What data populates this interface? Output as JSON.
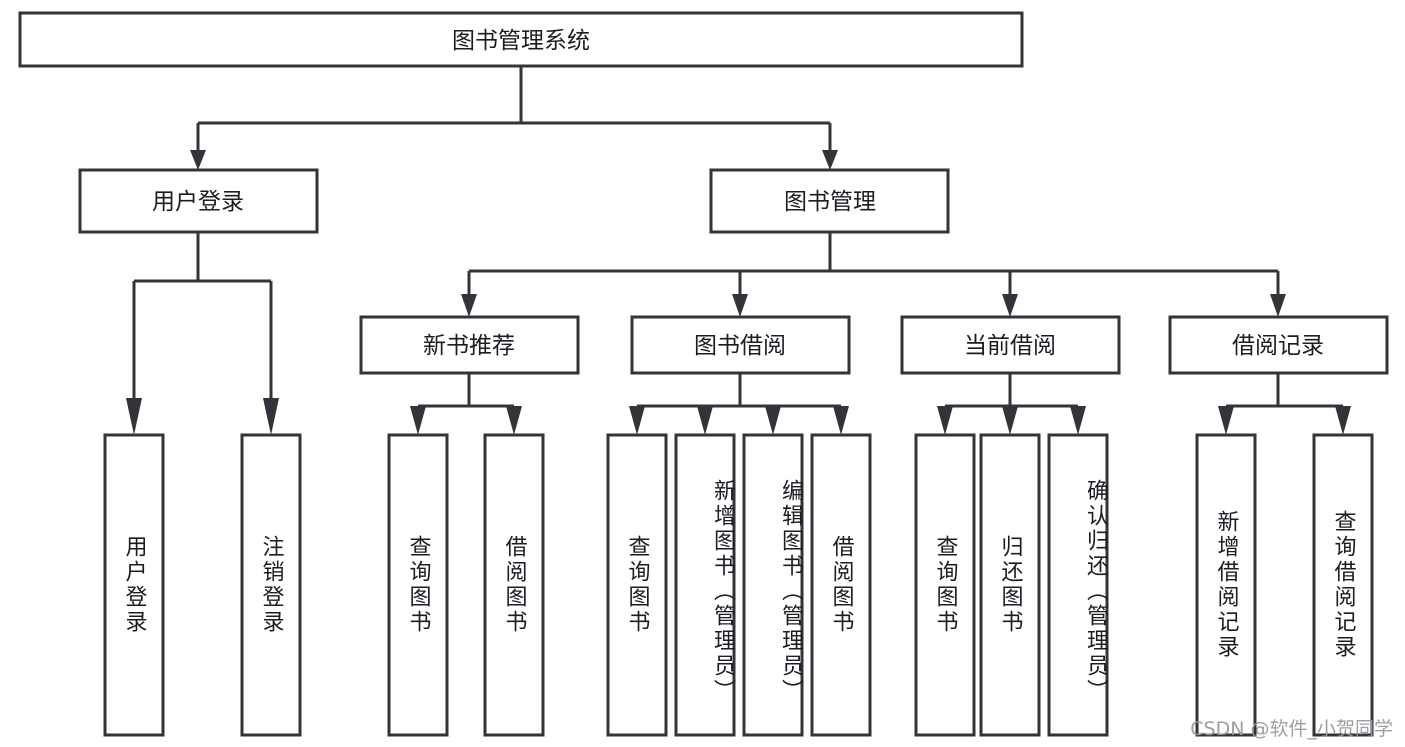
{
  "diagram": {
    "kind": "tree-structure-chart",
    "title": "图书管理系统",
    "root": {
      "label": "图书管理系统"
    },
    "level2": [
      {
        "id": "user-login",
        "label": "用户登录"
      },
      {
        "id": "book-manage",
        "label": "图书管理"
      }
    ],
    "level3": [
      {
        "id": "new-book-rec",
        "label": "新书推荐"
      },
      {
        "id": "book-borrow",
        "label": "图书借阅"
      },
      {
        "id": "current-borrow",
        "label": "当前借阅"
      },
      {
        "id": "borrow-record",
        "label": "借阅记录"
      }
    ],
    "leaves": {
      "user_login": [
        {
          "id": "leaf-user-login",
          "label": "用户登录"
        },
        {
          "id": "leaf-logout",
          "label": "注销登录"
        }
      ],
      "new_book_rec": [
        {
          "id": "leaf-query-book-1",
          "label": "查询图书"
        },
        {
          "id": "leaf-borrow-book-1",
          "label": "借阅图书"
        }
      ],
      "book_borrow": [
        {
          "id": "leaf-query-book-2",
          "label": "查询图书"
        },
        {
          "id": "leaf-add-book",
          "label": "新增图书（管理员）"
        },
        {
          "id": "leaf-edit-book",
          "label": "编辑图书（管理员）"
        },
        {
          "id": "leaf-borrow-book-2",
          "label": "借阅图书"
        }
      ],
      "current_borrow": [
        {
          "id": "leaf-query-book-3",
          "label": "查询图书"
        },
        {
          "id": "leaf-return-book",
          "label": "归还图书"
        },
        {
          "id": "leaf-confirm-return",
          "label": "确认归还（管理员）"
        }
      ],
      "borrow_record": [
        {
          "id": "leaf-add-record",
          "label": "新增借阅记录"
        },
        {
          "id": "leaf-query-record",
          "label": "查询借阅记录"
        }
      ]
    }
  },
  "colors": {
    "stroke": "#33333a",
    "box_fill": "#ffffff",
    "text": "#1c1c22",
    "background": "#ffffff",
    "watermark": "#9a9a9f"
  },
  "watermark": {
    "text": "CSDN @软件_小贺同学"
  }
}
